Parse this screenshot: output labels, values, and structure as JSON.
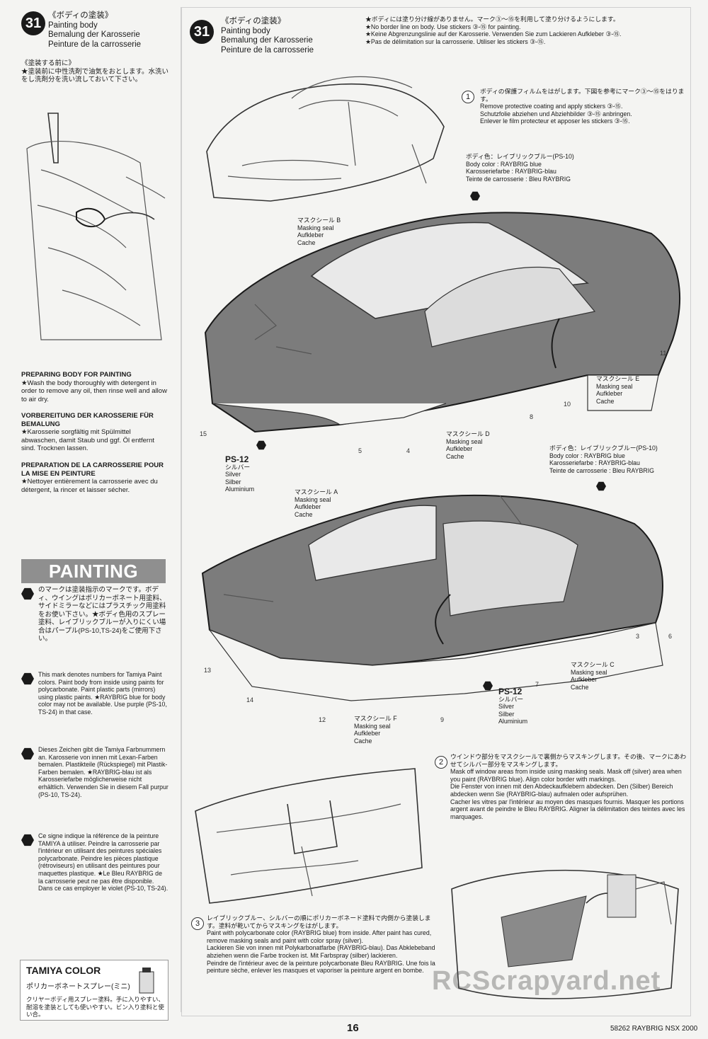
{
  "left": {
    "step": "31",
    "title_ja": "《ボディの塗装》",
    "title_en": "Painting body",
    "title_de": "Bemalung der Karosserie",
    "title_fr": "Peinture de la carrosserie",
    "prep_ja_title": "《塗装する前に》",
    "prep_ja_body": "★塗装前に中性洗剤で油気をおとします。水洗いをし洗剤分を洗い流しておいて下さい。",
    "prep_en_title": "PREPARING BODY FOR PAINTING",
    "prep_en_body": "★Wash the body thoroughly with detergent in order to remove any oil, then rinse well and allow to air dry.",
    "prep_de_title": "VORBEREITUNG DER KAROSSERIE FÜR BEMALUNG",
    "prep_de_body": "★Karosserie sorgfältig mit Spülmittel abwaschen, damit Staub und ggf. Öl entfernt sind. Trocknen lassen.",
    "prep_fr_title": "PREPARATION DE LA CARROSSERIE POUR LA MISE EN PEINTURE",
    "prep_fr_body": "★Nettoyer entièrement la carrosserie avec du détergent, la rincer et laisser sécher.",
    "painting_title": "PAINTING",
    "painting_ja": "のマークは塗装指示のマークです。ボディ、ウイングはポリカーボネート用塗料、サイドミラーなどにはプラスチック用塗料をお使い下さい。★ボディ色用のスプレー塗料、レイブリックブルーが入りにくい場合はパープル(PS-10,TS-24)をご使用下さい。",
    "painting_en": "This mark denotes numbers for Tamiya Paint colors. Paint body from inside using paints for polycarbonate. Paint plastic parts (mirrors) using plastic paints. ★RAYBRIG blue for body color may not be available. Use purple (PS-10, TS-24) in that case.",
    "painting_de": "Dieses Zeichen gibt die Tamiya Farbnummern an. Karosserie von innen mit Lexan-Farben bemalen. Plastikteile (Rückspiegel) mit Plastik-Farben bemalen. ★RAYBRIG-blau ist als Karosseriefarbe möglicherweise nicht erhältlich. Verwenden Sie in diesem Fall purpur (PS-10, TS-24).",
    "painting_fr": "Ce signe indique la référence de la peinture TAMIYA à utiliser. Peindre la carrosserie par l'intérieur en utilisant des peintures spéciales polycarbonate. Peindre les pièces plastique (rétroviseurs) en utilisant des peintures pour maquettes plastique. ★Le Bleu RAYBRIG de la carrosserie peut ne pas être disponible. Dans ce cas employer le violet (PS-10, TS-24).",
    "logo_title": "TAMIYA COLOR",
    "logo_sub": "ポリカーボネートスプレー(ミニ)",
    "logo_foot": "クリヤーボディ用スプレー塗料。手に入りやすい、耐溶を塗装としても使いやすい。ビン入り塗料と使い合。"
  },
  "right": {
    "step": "31",
    "title_ja": "《ボディの塗装》",
    "title_en": "Painting body",
    "title_de": "Bemalung der Karosserie",
    "title_fr": "Peinture de la carrosserie",
    "note_ja": "★ボディには塗り分け線がありません。マーク③〜⑮を利用して塗り分けるようにします。",
    "note_en": "★No border line on body. Use stickers ③-⑮ for painting.",
    "note_de": "★Keine Abgrenzungslinie auf der Karosserie. Verwenden Sie zum Lackieren Aufkleber ③-⑮.",
    "note_fr": "★Pas de délimitation sur la carrosserie. Utiliser les stickers ③-⑮.",
    "s1_num": "1",
    "s1_ja": "ボディの保護フィルムをはがします。下図を参考にマーク③〜⑮をはります。",
    "s1_en": "Remove protective coating and apply stickers ③-⑮.",
    "s1_de": "Schutzfolie abziehen und Abziehbilder ③-⑮ anbringen.",
    "s1_fr": "Enlever le film protecteur et apposer les stickers ③-⑮.",
    "body_color_ja": "ボディ色：レイブリックブルー(PS-10)",
    "body_color_en": "Body color : RAYBRIG blue",
    "body_color_de": "Karosseriefarbe : RAYBRIG-blau",
    "body_color_fr": "Teinte de carrosserie : Bleu RAYBRIG",
    "maskB_ja": "マスクシール B",
    "maskE_ja": "マスクシール E",
    "maskD_ja": "マスクシール D",
    "maskA_ja": "マスクシール A",
    "maskC_ja": "マスクシール C",
    "maskF_ja": "マスクシール F",
    "mask_en": "Masking seal",
    "mask_de": "Aufkleber",
    "mask_fr": "Cache",
    "ps12": "PS-12",
    "ps12_ja": "シルバー",
    "ps12_en": "Silver",
    "ps12_de": "Silber",
    "ps12_fr": "Aluminium",
    "nums_top": [
      "15",
      "5",
      "4",
      "8",
      "10",
      "11"
    ],
    "nums_bottom": [
      "13",
      "14",
      "12",
      "9",
      "7",
      "3",
      "6"
    ],
    "s2_num": "2",
    "s2_ja": "ウインドウ部分をマスクシールで裏側からマスキングします。その後、マークにあわせてシルバー部分をマスキングします。",
    "s2_en": "Mask off window areas from inside using masking seals. Mask off (silver) area when you paint (RAYBRIG blue). Align color border with markings.",
    "s2_de": "Die Fenster von innen mit den Abdeckaufklebern abdecken. Den (Silber) Bereich abdecken wenn Sie (RAYBRIG-blau) aufmalen oder aufsprühen.",
    "s2_fr": "Cacher les vitres par l'intérieur au moyen des masques fournis. Masquer les portions argent avant de peindre le Bleu RAYBRIG. Aligner la délimitation des teintes avec les marquages.",
    "s3_num": "3",
    "s3_ja": "レイブリックブルー、シルバーの順にポリカーボネード塗料で内側から塗装します。塗料が乾いてからマスキングをはがします。",
    "s3_en": "Paint with polycarbonate color (RAYBRIG blue) from inside. After paint has cured, remove masking seals and paint with color spray (silver).",
    "s3_de": "Lackieren Sie von innen mit Polykarbonatfarbe (RAYBRIG-blau). Das Abklebeband abziehen wenn die Farbe trocken ist. Mit Farbspray (silber) lackieren.",
    "s3_fr": "Peindre de l'intérieur avec de la peinture polycarbonate Bleu RAYBRIG. Une fois la peinture sèche, enlever les masques et vaporiser la peinture argent en bombe."
  },
  "footer": {
    "page": "16",
    "code": "58262 RAYBRIG NSX 2000",
    "watermark": "RCScrapyard.net"
  }
}
